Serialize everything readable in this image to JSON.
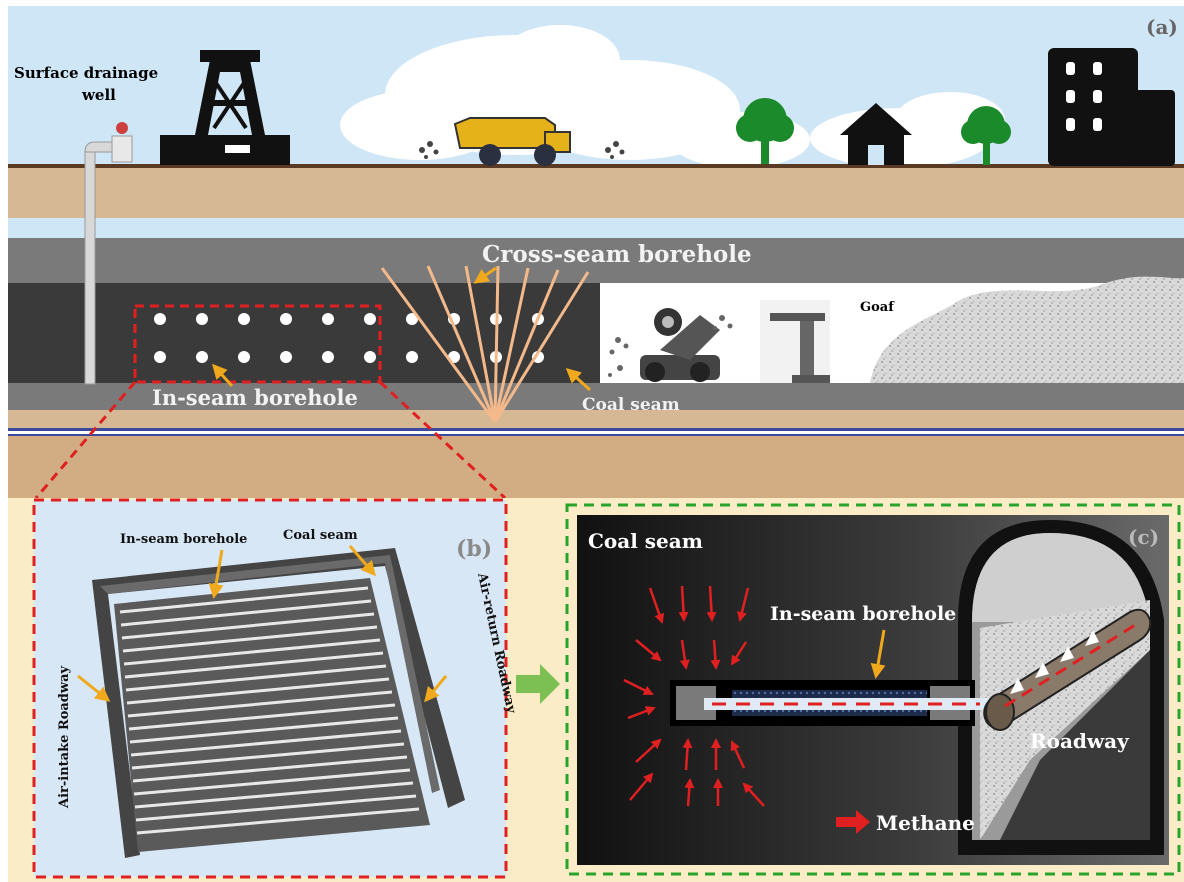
{
  "panel_a": {
    "tag": "(a)",
    "surface_drainage_well_line1": "Surface drainage",
    "surface_drainage_well_line2": "well",
    "cross_seam_borehole": "Cross-seam borehole",
    "in_seam_borehole": "In-seam borehole",
    "coal_seam": "Coal seam",
    "goaf": "Goaf"
  },
  "panel_b": {
    "tag": "(b)",
    "in_seam_borehole": "In-seam borehole",
    "coal_seam": "Coal seam",
    "air_intake_roadway": "Air-intake Roadway",
    "air_return_roadway": "Air-return Roadway"
  },
  "panel_c": {
    "tag": "(c)",
    "coal_seam": "Coal seam",
    "in_seam_borehole": "In-seam borehole",
    "roadway": "Roadway",
    "methane": "Methane"
  },
  "colors": {
    "sky": "#cfe6f6",
    "soil": "#d7b894",
    "rock_gray": "#777777",
    "coal_dark": "#3a3a3a",
    "red_dash": "#e02020",
    "green_dash": "#2aa32a",
    "arrow_orange": "#f0a81c",
    "panel_bg": "#fbecc8"
  }
}
